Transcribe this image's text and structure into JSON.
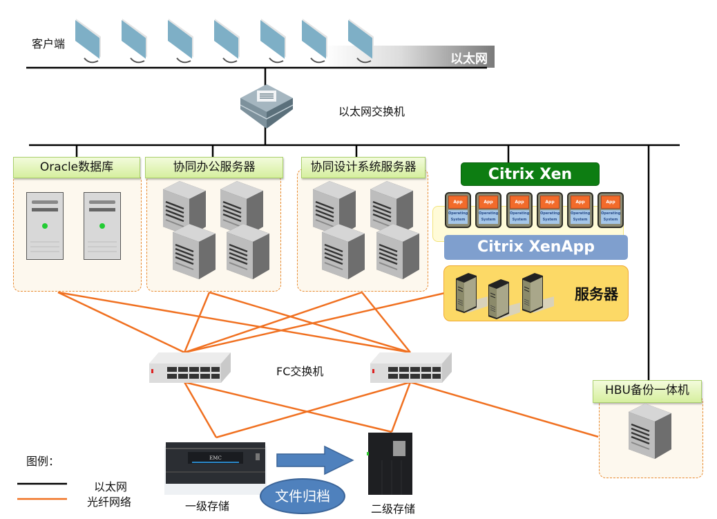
{
  "diagram": {
    "ethernet_banner": "以太网",
    "clients": {
      "label": "客户端",
      "count": 7,
      "icon": "monitor-icon"
    },
    "ethernet_switch": {
      "label": "以太网交换机",
      "icon": "network-switch-icon"
    },
    "groups": [
      {
        "id": "oracle",
        "label": "Oracle数据库",
        "servers": 2,
        "icon": "tower-server-icon"
      },
      {
        "id": "office",
        "label": "协同办公服务器",
        "servers": 4,
        "icon": "server-icon"
      },
      {
        "id": "design",
        "label": "协同设计系统服务器",
        "servers": 4,
        "icon": "server-icon"
      },
      {
        "id": "hbu",
        "label": "HBU备份一体机",
        "servers": 1,
        "icon": "server-icon"
      }
    ],
    "citrix": {
      "xen_label": "Citrix Xen",
      "xenapp_label": "Citrix XenApp",
      "vm_count": 6,
      "vm_app_label": "App",
      "vm_os_label_1": "Operating",
      "vm_os_label_2": "System",
      "servers_label": "服务器"
    },
    "fc_switch": {
      "label": "FC交换机",
      "count": 2
    },
    "storage": {
      "primary_label": "一级存储",
      "secondary_label": "二级存储",
      "archive_label": "文件归档",
      "primary_brand": "EMC"
    },
    "legend": {
      "title": "图例：",
      "items": [
        {
          "label": "以太网",
          "color": "#000000"
        },
        {
          "label": "光纤网络",
          "color": "#f07020"
        }
      ]
    },
    "colors": {
      "ethernet": "#000000",
      "fiber": "#f07020",
      "group_border": "#e8892e",
      "citrix_xen": "#0d7d12",
      "citrix_xenapp": "#7f9fce",
      "server_panel": "#fcd966"
    }
  }
}
